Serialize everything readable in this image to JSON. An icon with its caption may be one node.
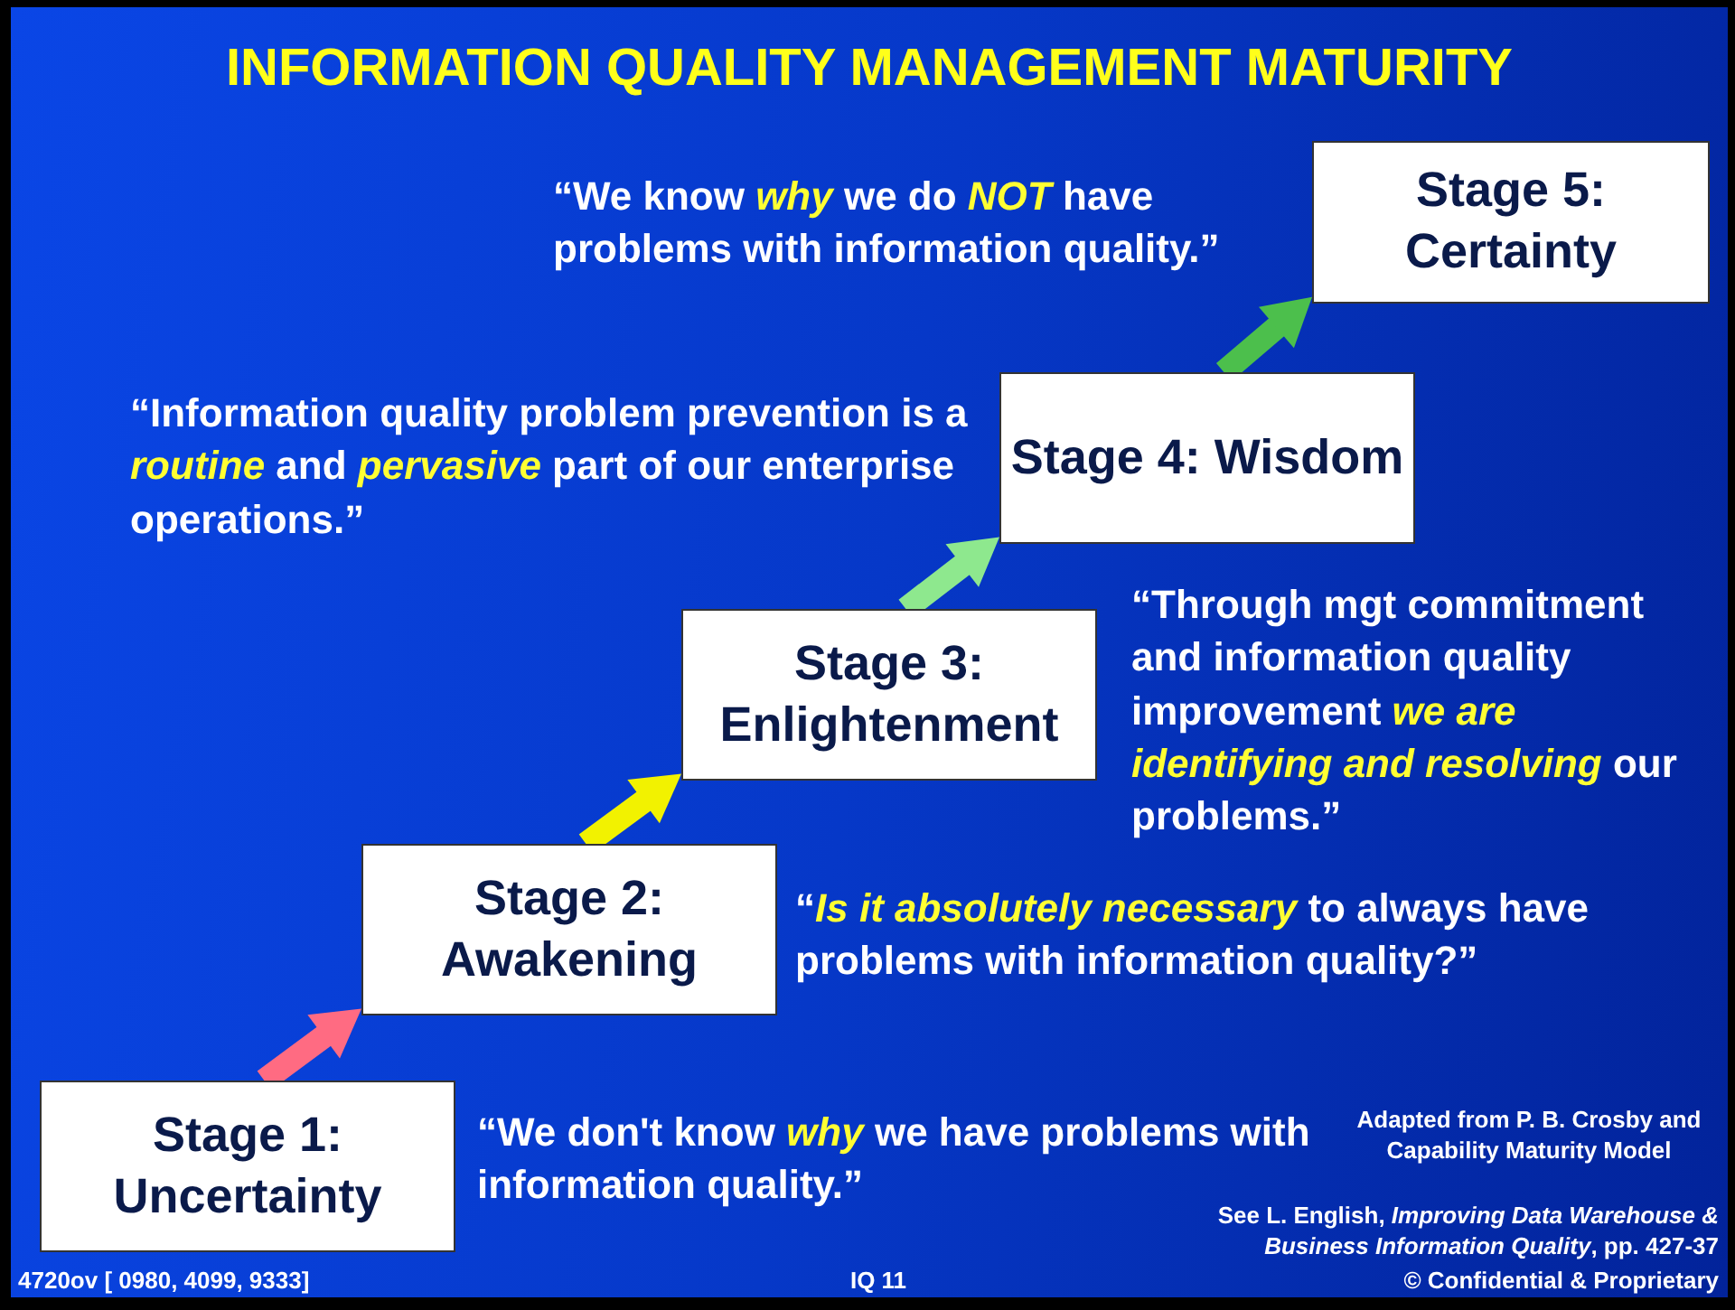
{
  "diagram": {
    "title": "INFORMATION QUALITY MANAGEMENT MATURITY",
    "nodes": [
      {
        "text": [
          "Stage 1: Uncertainty"
        ]
      },
      {
        "text": [
          "Stage 2: Awakening"
        ]
      },
      {
        "text": [
          "Stage 3: Enlightenment"
        ]
      },
      {
        "text": [
          "Stage 4: Wisdom"
        ]
      },
      {
        "text": [
          "Stage 5: Certainty"
        ]
      }
    ],
    "edges": [
      {
        "from": 0,
        "to": 1,
        "arrow": "to",
        "color": "#ff6b82"
      },
      {
        "from": 1,
        "to": 2,
        "arrow": "to",
        "color": "#f2f200"
      },
      {
        "from": 2,
        "to": 3,
        "arrow": "to",
        "color": "#8ee88e"
      },
      {
        "from": 3,
        "to": 4,
        "arrow": "to",
        "color": "#4cbf4c"
      }
    ],
    "labels": [
      "“We know *why* we do *NOT* have problems with information quality.”",
      "“Information quality problem prevention is a *routine* and *pervasive* part of our enterprise operations.”",
      "“Through mgt commitment and information quality improvement *we are identifying and resolving* our problems.”",
      "“*Is it absolutely necessary* to always have problems with information quality?”",
      "“We don't know *why* we have problems with information quality.”",
      "Adapted from P. B. Crosby and Capability Maturity Model",
      "See L. English, *Improving Data Warehouse & Business Information Quality*, pp. 427-37",
      "4720ov [ 0980, 4099, 9333]",
      "IQ 11",
      "© Confidential & Proprietary"
    ]
  }
}
